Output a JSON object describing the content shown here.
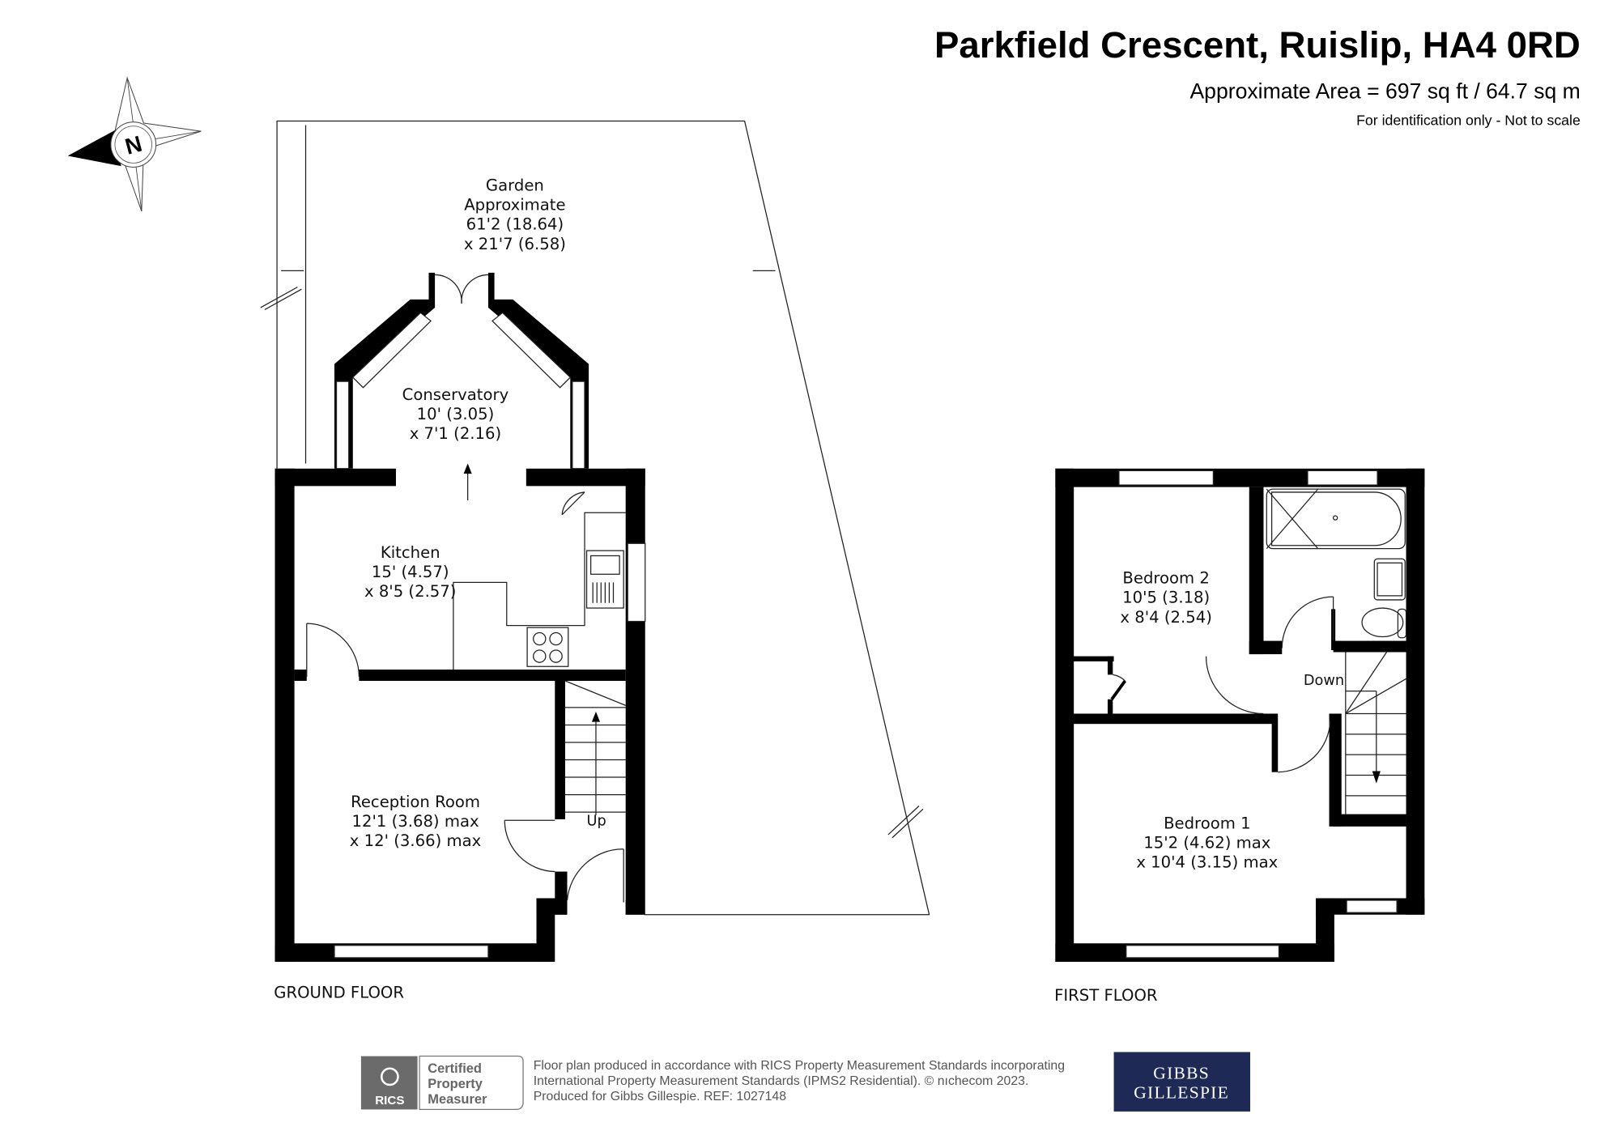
{
  "header": {
    "title": "Parkfield Crescent, Ruislip, HA4 0RD",
    "area": "Approximate Area = 697 sq ft / 64.7 sq m",
    "disclaimer": "For identification only - Not to scale"
  },
  "compass": {
    "letter": "N",
    "icon": "north-compass-icon"
  },
  "ground_floor": {
    "label": "GROUND FLOOR",
    "rooms": [
      {
        "name": "Garden",
        "lines": [
          "Garden",
          "Approximate",
          "61'2 (18.64)",
          "x 21'7 (6.58)"
        ]
      },
      {
        "name": "Conservatory",
        "lines": [
          "Conservatory",
          "10' (3.05)",
          "x 7'1 (2.16)"
        ]
      },
      {
        "name": "Kitchen",
        "lines": [
          "Kitchen",
          "15' (4.57)",
          "x 8'5 (2.57)"
        ]
      },
      {
        "name": "Reception Room",
        "lines": [
          "Reception Room",
          "12'1 (3.68) max",
          "x 12' (3.66) max"
        ]
      }
    ],
    "stairs_label": "Up"
  },
  "first_floor": {
    "label": "FIRST FLOOR",
    "rooms": [
      {
        "name": "Bedroom 2",
        "lines": [
          "Bedroom 2",
          "10'5 (3.18)",
          "x 8'4 (2.54)"
        ]
      },
      {
        "name": "Bedroom 1",
        "lines": [
          "Bedroom 1",
          "15'2 (4.62) max",
          "x 10'4 (3.15) max"
        ]
      }
    ],
    "stairs_label": "Down"
  },
  "footer": {
    "rics_logo_text": "RICS",
    "badge_lines": [
      "Certified",
      "Property",
      "Measurer"
    ],
    "statement_lines": [
      "Floor plan produced in accordance with RICS Property Measurement Standards incorporating",
      "International Property Measurement Standards (IPMS2 Residential).   © nıchecom 2023.",
      "Produced for Gibbs Gillespie.   REF:  1027148"
    ],
    "brand_lines": [
      "GIBBS",
      "GILLESPIE"
    ],
    "brand_color": "#1e2a55",
    "rics_color": "#6b6b6b"
  }
}
